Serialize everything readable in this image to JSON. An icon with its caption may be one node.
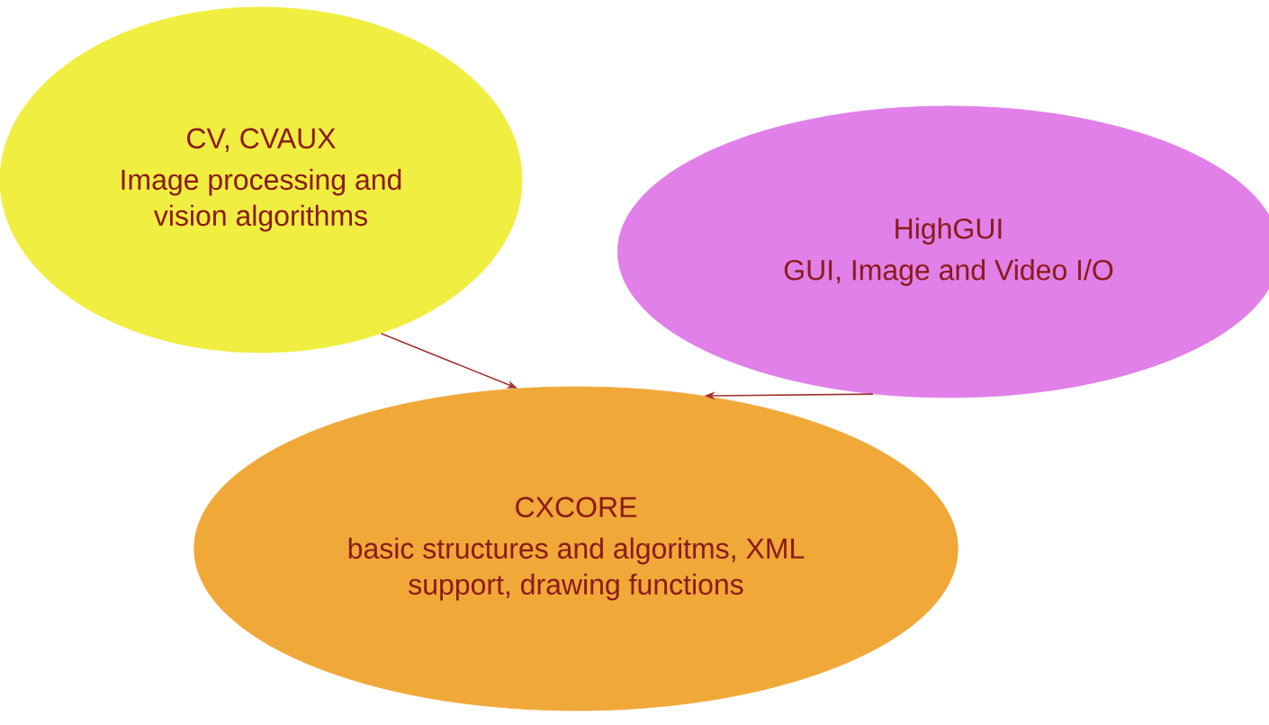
{
  "diagram": {
    "nodes": [
      {
        "text": [
          "CV, CVAUX",
          "Image processing and vision algorithms"
        ]
      },
      {
        "text": [
          "HighGUI",
          "GUI, Image and Video I/O"
        ]
      },
      {
        "text": [
          "CXCORE",
          "basic structures and algoritms, XML support, drawing functions"
        ]
      }
    ],
    "edges": [
      {
        "from": 0,
        "to": 2,
        "arrow": "to"
      },
      {
        "from": 1,
        "to": 2,
        "arrow": "to"
      }
    ]
  }
}
